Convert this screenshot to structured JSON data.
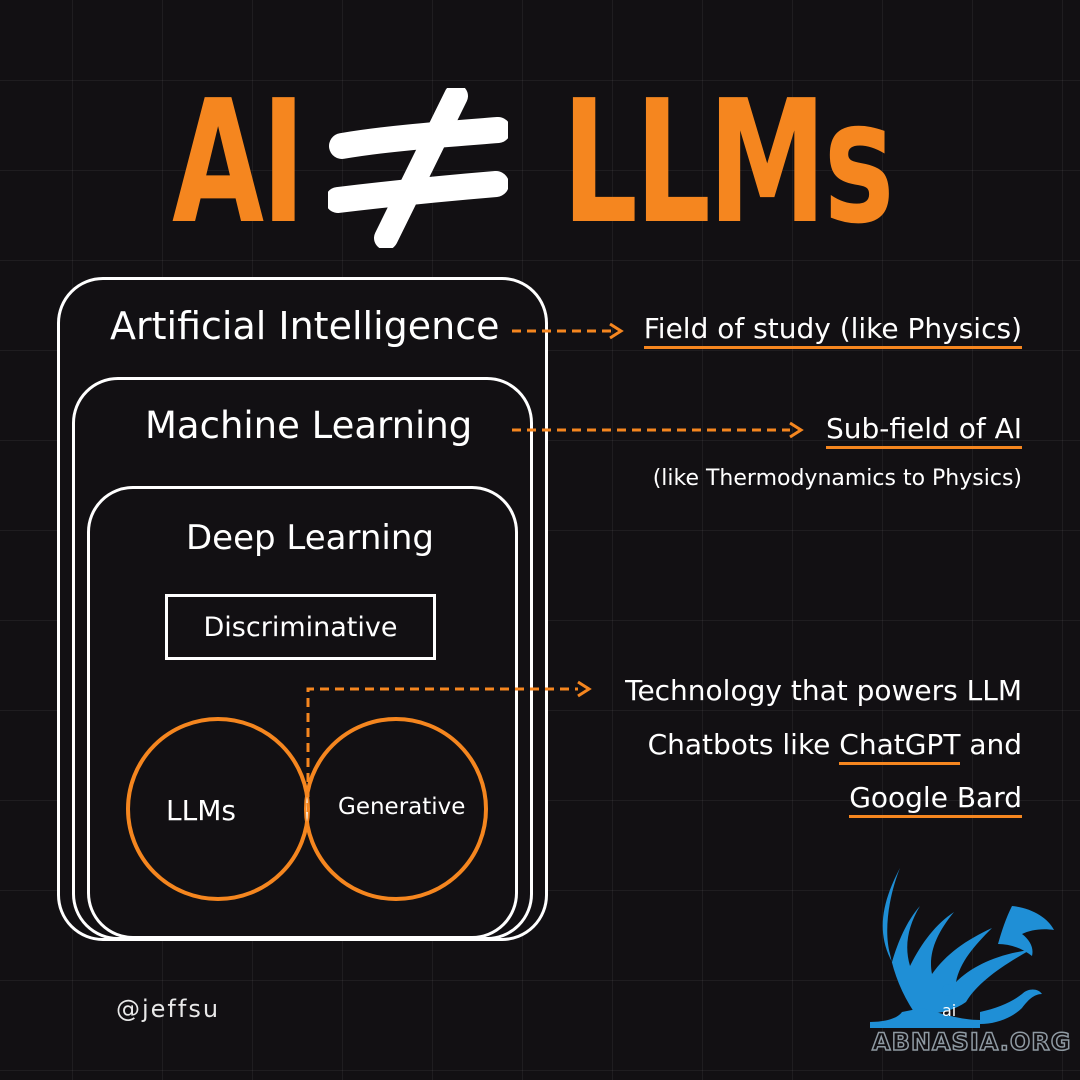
{
  "title": {
    "left": "AI",
    "right": "LLMs"
  },
  "colors": {
    "accent": "#f5861f",
    "background": "#121013",
    "logo": "#1f8fd6",
    "line": "#ffffff"
  },
  "boxes": {
    "ai": "Artificial Intelligence",
    "ml": "Machine Learning",
    "dl": "Deep Learning",
    "discriminative": "Discriminative"
  },
  "venn": {
    "left": "LLMs",
    "right": "Generative"
  },
  "notes": {
    "ai": "Field of study (like Physics)",
    "ml": "Sub-field of AI",
    "ml_sub": "(like Thermodynamics to Physics)",
    "llm_line1": "Technology that  powers LLM",
    "llm_line2_a": "Chatbots like ",
    "llm_line2_b": "ChatGPT",
    "llm_line2_c": " and",
    "llm_line3": "Google Bard"
  },
  "handle": "@jeffsu",
  "logo": {
    "small": "ai",
    "text": "ABNASIA.ORG",
    "icon": "griffin-logo-icon"
  }
}
